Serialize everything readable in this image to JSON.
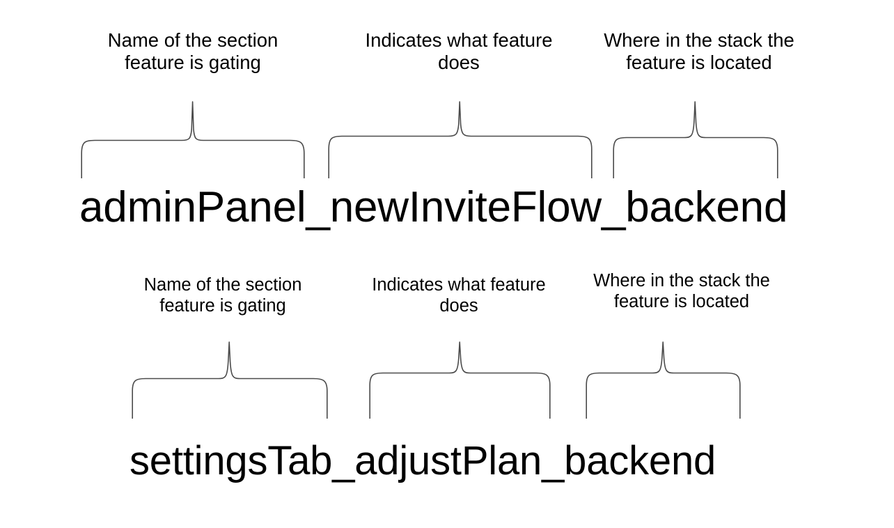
{
  "slide": {
    "background_color": "#ffffff",
    "text_color": "#000000",
    "brace_color": "#4a4a4a",
    "title": ""
  },
  "groups": [
    {
      "id": "example-1",
      "flag_name": "adminPanel_newInviteFlow_backend",
      "segments": [
        {
          "key": "section",
          "value": "adminPanel",
          "caption": "Name of the section\nfeature is gating"
        },
        {
          "key": "behavior",
          "value": "newInviteFlow",
          "caption": "Indicates what feature\ndoes"
        },
        {
          "key": "layer",
          "value": "backend",
          "caption": "Where in the stack the\nfeature is located"
        }
      ]
    },
    {
      "id": "example-2",
      "flag_name": "settingsTab_adjustPlan_backend",
      "segments": [
        {
          "key": "section",
          "value": "settingsTab",
          "caption": "Name of the section\nfeature is gating"
        },
        {
          "key": "behavior",
          "value": "adjustPlan",
          "caption": "Indicates what feature\ndoes"
        },
        {
          "key": "layer",
          "value": "backend",
          "caption": "Where in the stack the\nfeature is located"
        }
      ]
    }
  ]
}
